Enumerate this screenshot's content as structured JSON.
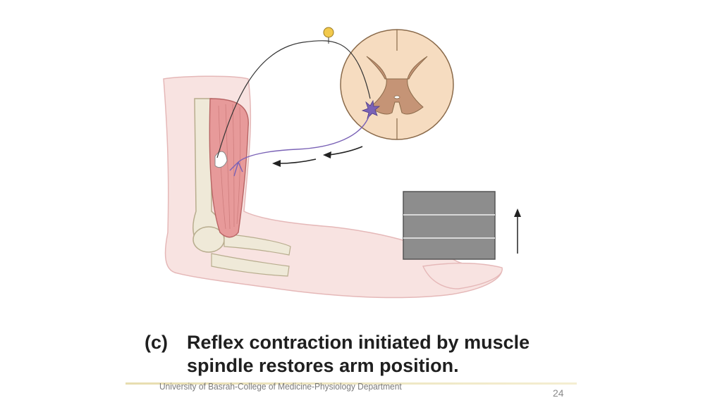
{
  "caption": {
    "tag": "(c)",
    "line1": "Reflex contraction initiated by muscle",
    "line2": "spindle restores arm position."
  },
  "footer": {
    "text": "University of Basrah-College of Medicine-Physiology Department",
    "page_number": "24"
  },
  "colors": {
    "skin": "#f8e3e1",
    "muscle": "#e79a9a",
    "bone": "#efe9d8",
    "gray_matter": "#c59476",
    "white_matter": "#f6dcc0",
    "neuron": "#7a62b6",
    "sensor_bulb": "#f2c94c",
    "weight": "#8d8d8d",
    "arrow": "#222222"
  }
}
